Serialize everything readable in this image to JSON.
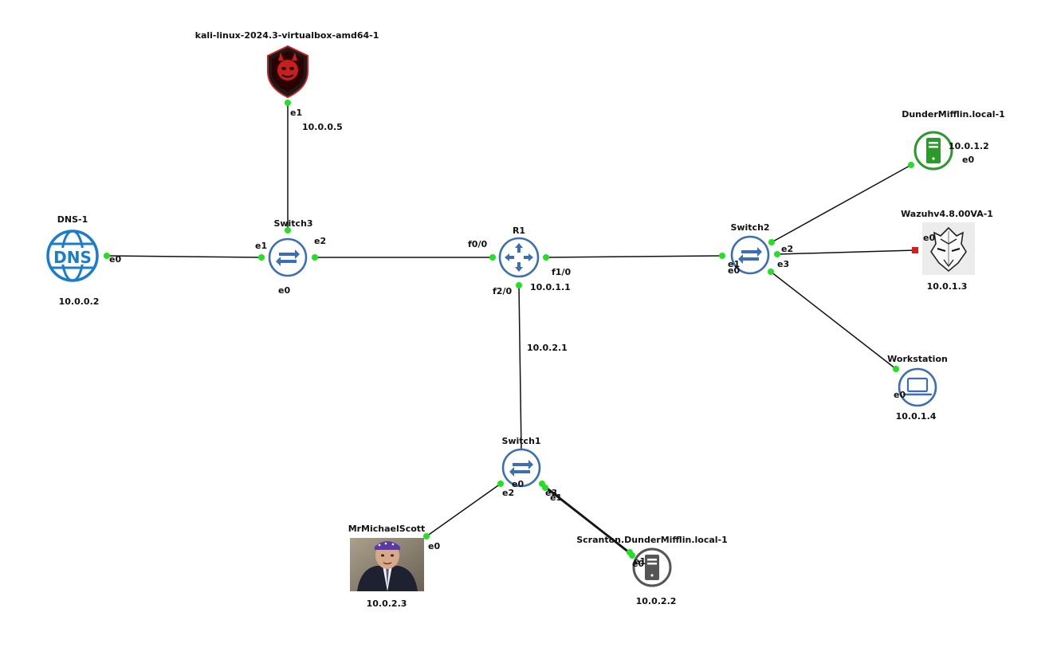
{
  "nodes": {
    "kali": {
      "name": "kali-linux-2024.3-virtualbox-amd64-1",
      "ip": "10.0.0.5",
      "port": "e1"
    },
    "dns": {
      "name": "DNS-1",
      "ip": "10.0.0.2",
      "port": "e0",
      "icon_text": "DNS"
    },
    "switch3": {
      "name": "Switch3",
      "ports": {
        "e0": "e0",
        "e1": "e1",
        "e2": "e2"
      }
    },
    "r1": {
      "name": "R1",
      "ip_f1": "10.0.1.1",
      "ip_f2": "10.0.2.1",
      "ports": {
        "f0": "f0/0",
        "f1": "f1/0",
        "f2": "f2/0"
      }
    },
    "switch2": {
      "name": "Switch2",
      "ports": {
        "e0": "e0",
        "e1": "e1",
        "e2": "e2",
        "e3": "e3"
      }
    },
    "dundermifflin": {
      "name": "DunderMifflin.local-1",
      "ip": "10.0.1.2",
      "port": "e0"
    },
    "wazuh": {
      "name": "Wazuhv4.8.00VA-1",
      "ip": "10.0.1.3",
      "port": "e0"
    },
    "workstation": {
      "name": "Workstation",
      "ip": "10.0.1.4",
      "port": "e0"
    },
    "switch1": {
      "name": "Switch1",
      "ports": {
        "e0": "e0",
        "e1": "e1",
        "e2": "e2",
        "e3": "e3"
      }
    },
    "michael": {
      "name": "MrMichaelScott",
      "ip": "10.0.2.3",
      "port": "e0"
    },
    "scranton": {
      "name": "Scranton.DunderMifflin.local-1",
      "ip": "10.0.2.2",
      "ports": {
        "e0": "e0",
        "e1": "e1"
      }
    }
  },
  "colors": {
    "link": "#111111",
    "port_up": "#22e022",
    "port_down": "#e01a1a",
    "switch_blue": "#3a6fb5",
    "dns_blue": "#1a7ccc",
    "server_green": "#2a9a2a",
    "server_gray": "#555555",
    "kali_red": "#c81e1e"
  },
  "icons": {
    "switch": "switch-icon",
    "router": "router-icon",
    "dns": "dns-globe-icon",
    "server": "server-icon",
    "workstation": "laptop-icon",
    "kali": "kali-shield-icon",
    "wazuh": "wazuh-wolf-icon",
    "michael": "person-photo-icon"
  }
}
